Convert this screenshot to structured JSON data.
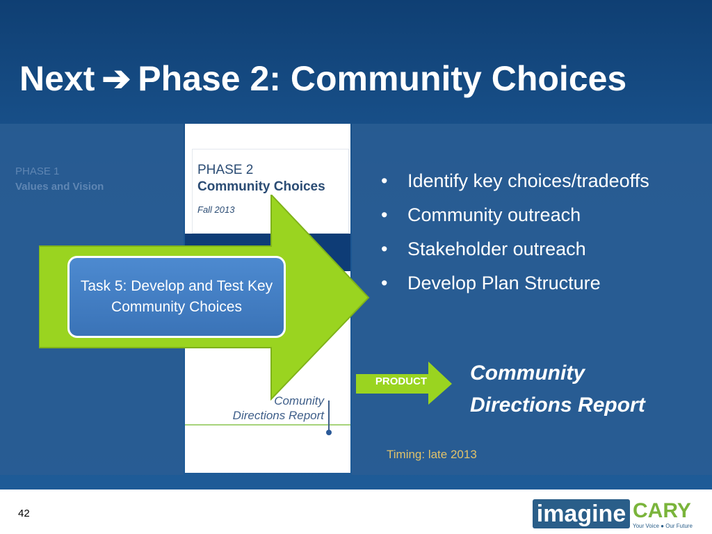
{
  "slide": {
    "title_left": "Next",
    "title_arrow": "➔",
    "title_right": "Phase 2: Community Choices",
    "page_number": "42"
  },
  "phase_panel": {
    "phase_label": "PHASE 2",
    "phase_name": "Community Choices",
    "phase_date": "Fall 2013",
    "report_label": "Comunity Directions Report"
  },
  "task_box": {
    "text": "Task 5: Develop and Test Key Community Choices"
  },
  "bullets": [
    "Identify  key choices/tradeoffs",
    "Community outreach",
    "Stakeholder outreach",
    "Develop Plan Structure"
  ],
  "product": {
    "label": "PRODUCT",
    "title_line1": "Community",
    "title_line2": "Directions Report"
  },
  "timing": "Timing: late 2013",
  "logo": {
    "word1": "imagine",
    "word2": "CARY",
    "tagline": "Your Voice ● Our Future"
  },
  "colors": {
    "background": "#1b5590",
    "green_arrow": "#9ad420",
    "task_box": "#4a86cc",
    "timing_text": "#e1c26a"
  }
}
